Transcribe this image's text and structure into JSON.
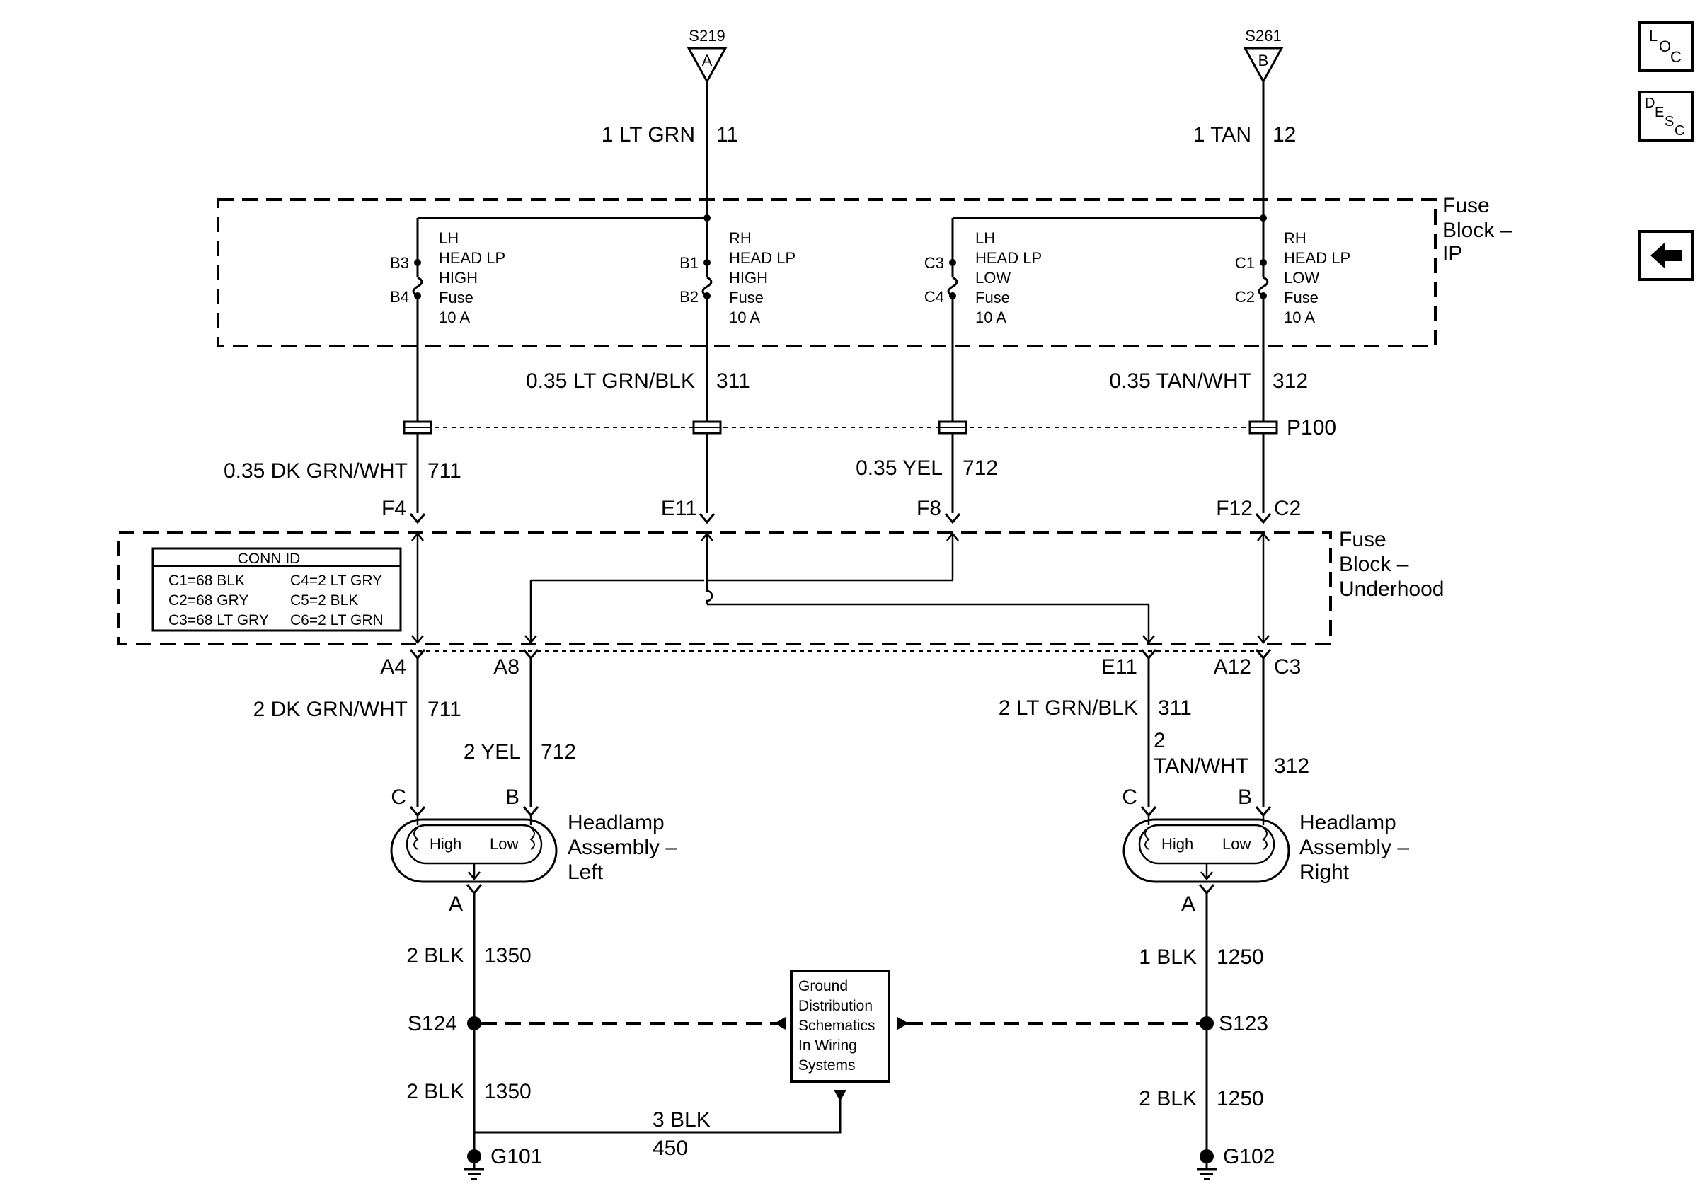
{
  "nav": {
    "loc": "LOC",
    "desc": "DESC",
    "back_icon": "left-arrow-icon"
  },
  "splices": {
    "top_left": {
      "name": "S219",
      "letter": "A"
    },
    "top_right": {
      "name": "S261",
      "letter": "B"
    },
    "left": "S124",
    "right": "S123"
  },
  "wires_top": {
    "left_label": "1 LT GRN",
    "left_num": "11",
    "right_label": "1 TAN",
    "right_num": "12"
  },
  "fuse_block_ip": {
    "label": [
      "Fuse",
      "Block –",
      "IP"
    ],
    "fuses": [
      {
        "top_pin": "B3",
        "bottom_pin": "B4",
        "lines": [
          "LH",
          "HEAD LP",
          "HIGH",
          "Fuse",
          "10 A"
        ]
      },
      {
        "top_pin": "B1",
        "bottom_pin": "B2",
        "lines": [
          "RH",
          "HEAD LP",
          "HIGH",
          "Fuse",
          "10 A"
        ]
      },
      {
        "top_pin": "C3",
        "bottom_pin": "C4",
        "lines": [
          "LH",
          "HEAD LP",
          "LOW",
          "Fuse",
          "10 A"
        ]
      },
      {
        "top_pin": "C1",
        "bottom_pin": "C2",
        "lines": [
          "RH",
          "HEAD LP",
          "LOW",
          "Fuse",
          "10 A"
        ]
      }
    ]
  },
  "wires_mid": {
    "a_label": "0.35 LT GRN/BLK",
    "a_num": "311",
    "b_label": "0.35 TAN/WHT",
    "b_num": "312"
  },
  "connector_p100": "P100",
  "wires_lower": {
    "a_label": "0.35 DK GRN/WHT",
    "a_num": "711",
    "b_label": "0.35 YEL",
    "b_num": "712"
  },
  "underhood_pins_top": {
    "f4": "F4",
    "e11": "E11",
    "f8": "F8",
    "f12": "F12",
    "c2": "C2"
  },
  "fuse_block_underhood": {
    "label": [
      "Fuse",
      "Block –",
      "Underhood"
    ],
    "conn_id": {
      "title": "CONN ID",
      "rows": [
        [
          "C1=68 BLK",
          "C4=2 LT GRY"
        ],
        [
          "C2=68 GRY",
          "C5=2 BLK"
        ],
        [
          "C3=68 LT GRY",
          "C6=2 LT GRN"
        ]
      ]
    }
  },
  "underhood_pins_bottom": {
    "a4": "A4",
    "a8": "A8",
    "e11": "E11",
    "a12": "A12",
    "c3": "C3"
  },
  "wires_headlamp": {
    "l1_label": "2 DK GRN/WHT",
    "l1_num": "711",
    "l2_label": "2 YEL",
    "l2_num": "712",
    "r1_label": "2 LT GRN/BLK",
    "r1_num": "311",
    "r2_label_a": "2",
    "r2_label_b": "TAN/WHT",
    "r2_num": "312"
  },
  "headlamp_left": {
    "pin_c": "C",
    "pin_b": "B",
    "pin_a": "A",
    "high": "High",
    "low": "Low",
    "label": [
      "Headlamp",
      "Assembly –",
      "Left"
    ]
  },
  "headlamp_right": {
    "pin_c": "C",
    "pin_b": "B",
    "pin_a": "A",
    "high": "High",
    "low": "Low",
    "label": [
      "Headlamp",
      "Assembly –",
      "Right"
    ]
  },
  "ground_left": {
    "w1_label": "2 BLK",
    "w1_num": "1350",
    "w2_label": "2 BLK",
    "w2_num": "1350",
    "ground": "G101",
    "w3_label": "3 BLK",
    "w3_num": "450"
  },
  "ground_right": {
    "w1_label": "1 BLK",
    "w1_num": "1250",
    "w2_label": "2 BLK",
    "w2_num": "1250",
    "ground": "G102"
  },
  "ground_box": [
    "Ground",
    "Distribution",
    "Schematics",
    "In Wiring",
    "Systems"
  ]
}
